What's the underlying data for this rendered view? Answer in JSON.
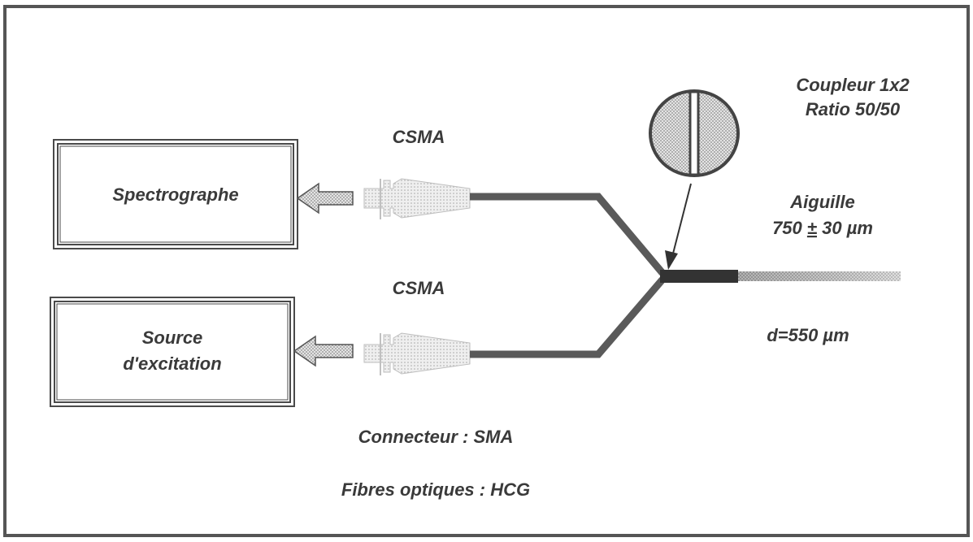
{
  "labels": {
    "csma_top": "CSMA",
    "csma_bottom": "CSMA",
    "coupler_line1": "Coupleur 1x2",
    "coupler_line2": "Ratio 50/50",
    "needle_line1": "Aiguille",
    "needle_line2_value": "750",
    "needle_line2_pm": "±",
    "needle_line2_rest": "30 µm",
    "diameter": "d=550 µm",
    "connector": "Connecteur : SMA",
    "fibers": "Fibres optiques : HCG"
  },
  "boxes": {
    "spectrograph": "Spectrographe",
    "source_line1": "Source",
    "source_line2": "d'excitation"
  },
  "colors": {
    "frame": "#555555",
    "fiber": "#5a5a5a",
    "needle_dark": "#333333",
    "needle_light": "#b0b0b0",
    "connector_fill": "#c8c8c8",
    "text": "#3a3a3a"
  }
}
